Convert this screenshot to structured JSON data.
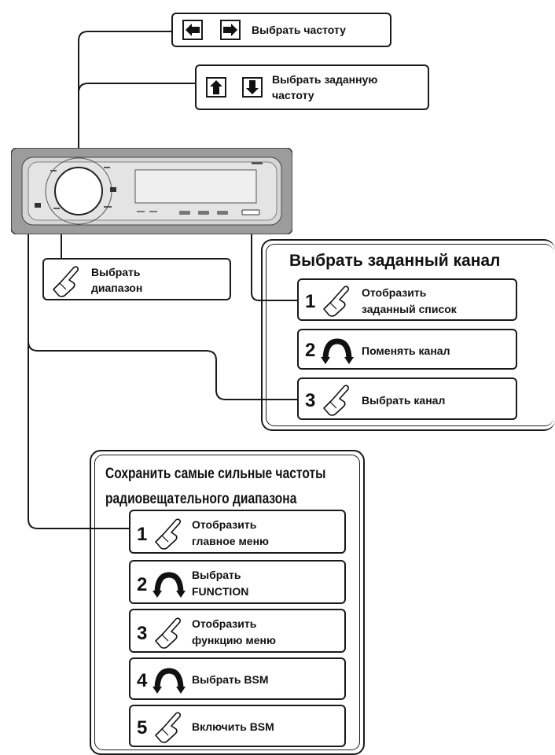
{
  "top_controls": {
    "left_right_label": "Выбрать частоту",
    "up_down_label_line1": "Выбрать заданную",
    "up_down_label_line2": "частоту",
    "icons": [
      "arrow-left-icon",
      "arrow-right-icon",
      "arrow-up-icon",
      "arrow-down-icon"
    ]
  },
  "band": {
    "label_line1": "Выбрать",
    "label_line2": "диапазон"
  },
  "preset_panel": {
    "title": "Выбрать заданный канал",
    "steps": [
      {
        "num": "1",
        "icon": "press-finger-icon",
        "line1": "Отобразить",
        "line2": "заданный список"
      },
      {
        "num": "2",
        "icon": "rotate-knob-icon",
        "line1": "Поменять канал",
        "line2": ""
      },
      {
        "num": "3",
        "icon": "press-finger-icon",
        "line1": "Выбрать канал",
        "line2": ""
      }
    ]
  },
  "bsm_panel": {
    "title_line1": "Сохранить самые сильные частоты",
    "title_line2": "радиовещательного диапазона",
    "steps": [
      {
        "num": "1",
        "icon": "press-finger-icon",
        "line1": "Отобразить",
        "line2": "главное меню"
      },
      {
        "num": "2",
        "icon": "rotate-knob-icon",
        "line1": "Выбрать",
        "line2": "FUNCTION"
      },
      {
        "num": "3",
        "icon": "press-finger-icon",
        "line1": "Отобразить",
        "line2": "функцию меню"
      },
      {
        "num": "4",
        "icon": "rotate-knob-icon",
        "line1": "Выбрать BSM",
        "line2": ""
      },
      {
        "num": "5",
        "icon": "press-finger-icon",
        "line1": "Включить BSM",
        "line2": ""
      }
    ]
  },
  "colors": {
    "line": "#1a1a1a",
    "device_body": "#9c9c9c",
    "device_face": "#d6d6d6"
  }
}
